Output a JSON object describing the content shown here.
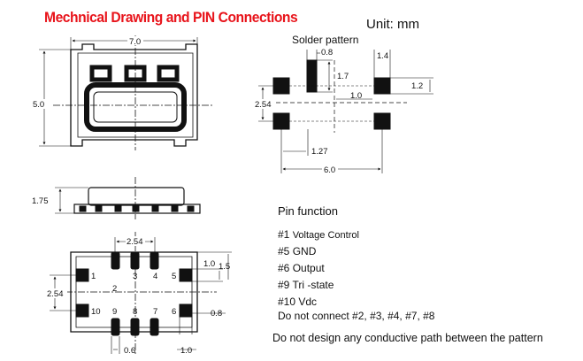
{
  "header": {
    "title": "Mechnical Drawing and PIN Connections",
    "unit": "Unit: mm"
  },
  "solder_pattern": {
    "title": "Solder pattern",
    "dims": {
      "pad_width": "0.8",
      "pad_height": "1.7",
      "right_pad_width": "1.4",
      "right_pad_height": "1.2",
      "center_gap": "1.0",
      "row_pitch": "2.54",
      "col_pitch": "1.27",
      "total_width": "6.0"
    }
  },
  "top_view": {
    "width": "7.0",
    "height": "5.0"
  },
  "side_view": {
    "height": "1.75"
  },
  "bottom_view": {
    "pitch_top": "2.54",
    "pad_height": "1.0",
    "edge_height": "1.5",
    "row_pitch": "2.54",
    "pad_width_right": "0.8",
    "pad_width_bottom": "0.6",
    "edge_width": "1.0",
    "pin_labels": {
      "p1": "1",
      "p2": "2",
      "p3": "3",
      "p4": "4",
      "p5": "5",
      "p6": "6",
      "p7": "7",
      "p8": "8",
      "p9": "9",
      "p10": "10"
    }
  },
  "pin_function": {
    "heading": "Pin function",
    "pins": [
      {
        "num": "#1",
        "name": "Voltage Control"
      },
      {
        "num": "#5",
        "name": "GND"
      },
      {
        "num": "#6",
        "name": "Output"
      },
      {
        "num": "#9",
        "name": "Tri -state"
      },
      {
        "num": "#10",
        "name": "Vdc"
      }
    ],
    "no_connect": "Do not connect #2, #3, #4, #7, #8"
  },
  "note": "Do not design any conductive path between the pattern"
}
